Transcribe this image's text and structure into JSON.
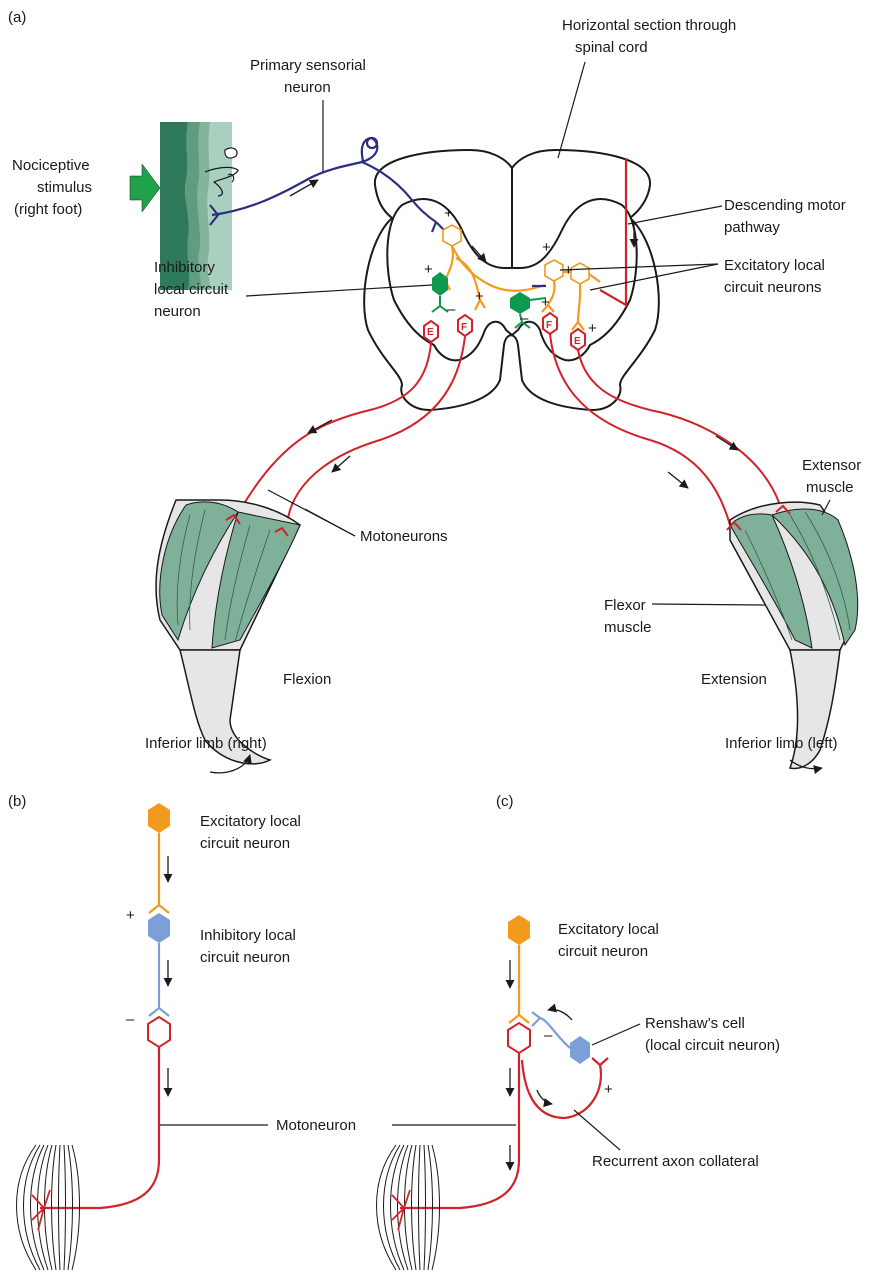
{
  "panels": {
    "a": "(a)",
    "b": "(b)",
    "c": "(c)"
  },
  "a": {
    "primary_sensorial_1": "Primary sensorial",
    "primary_sensorial_2": "neuron",
    "horizontal_1": "Horizontal section through",
    "horizontal_2": "spinal cord",
    "nociceptive_1": "Nociceptive",
    "nociceptive_2": "stimulus",
    "nociceptive_3": "(right foot)",
    "descending_1": "Descending motor",
    "descending_2": "pathway",
    "excitatory_1": "Excitatory local",
    "excitatory_2": "circuit neurons",
    "inhibitory_1": "Inhibitory",
    "inhibitory_2": "local circuit",
    "inhibitory_3": "neuron",
    "extensor_1": "Extensor",
    "extensor_2": "muscle",
    "motoneurons": "Motoneurons",
    "flexor_1": "Flexor",
    "flexor_2": "muscle",
    "flexion": "Flexion",
    "extension": "Extension",
    "limb_right": "Inferior limb (right)",
    "limb_left": "Inferior limb (left)",
    "letter_e": "E",
    "letter_f": "F"
  },
  "b": {
    "excitatory_1": "Excitatory local",
    "excitatory_2": "circuit neuron",
    "inhibitory_1": "Inhibitory local",
    "inhibitory_2": "circuit neuron"
  },
  "motoneuron": "Motoneuron",
  "c": {
    "excitatory_1": "Excitatory local",
    "excitatory_2": "circuit neuron",
    "renshaw_1": "Renshaw’s cell",
    "renshaw_2": "(local circuit neuron)",
    "recurrent": "Recurrent axon collateral"
  },
  "symbols": {
    "plus": "+",
    "minus": "–"
  },
  "colors": {
    "motor_red": "#d2232a",
    "excitatory_orange": "#f39a1e",
    "inhibitory_green": "#0e9a4e",
    "sensory_navy": "#2b2e83",
    "inhibitory_blue": "#7b9fd6",
    "muscle_green": "#7fb09a",
    "bone_gray": "#e6e6e6",
    "stimulus_arrow": "#1fa24a"
  }
}
